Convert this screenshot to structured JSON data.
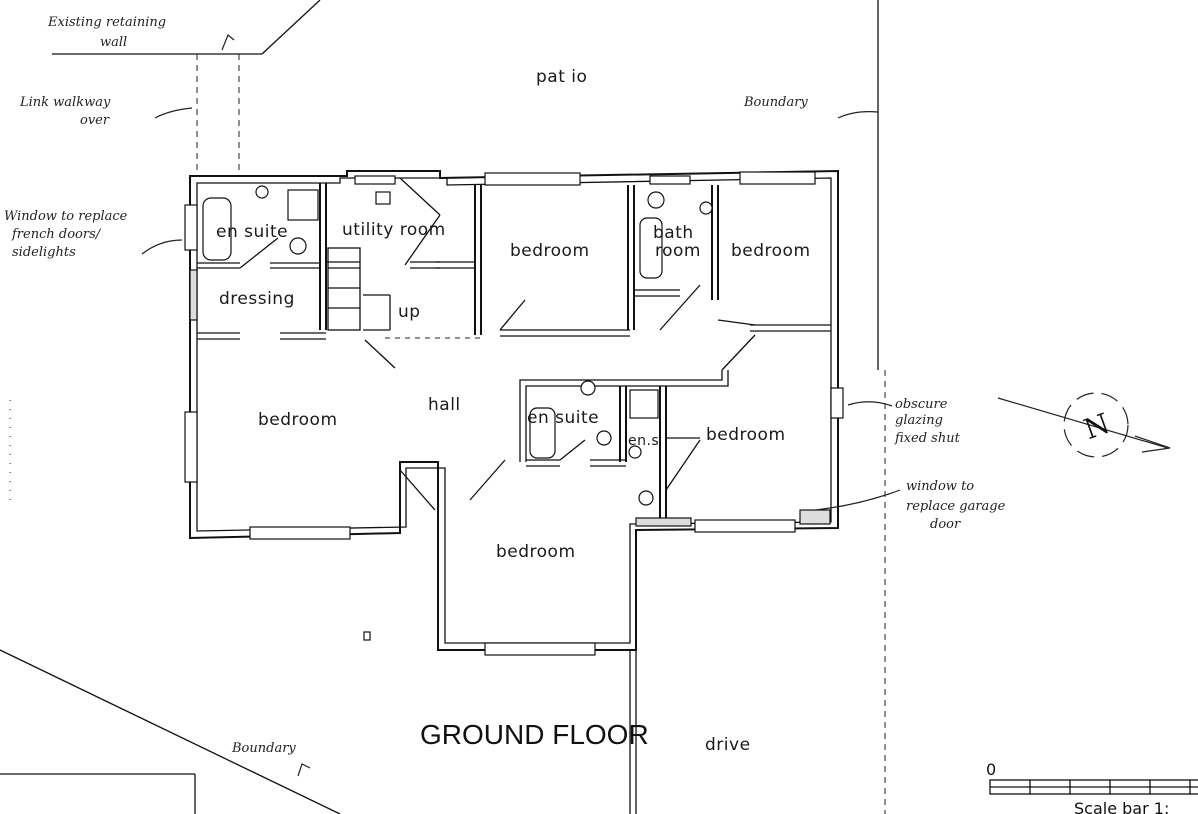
{
  "rooms": {
    "patio": "pat io",
    "en_suite_1": "en suite",
    "utility_room": "utility room",
    "bedroom_top_mid": "bedroom",
    "bathroom_line1": "bath",
    "bathroom_line2": "room",
    "bedroom_top_right": "bedroom",
    "dressing": "dressing",
    "up": "up",
    "hall": "hall",
    "bedroom_left": "bedroom",
    "en_suite_2": "en suite",
    "en_s": "en.s",
    "bedroom_right": "bedroom",
    "bedroom_bottom": "bedroom",
    "drive": "drive"
  },
  "title": "GROUND FLOOR",
  "annotations": {
    "retaining_wall_line1": "Existing retaining",
    "retaining_wall_line2": "wall",
    "link_walkway_line1": "Link walkway",
    "link_walkway_line2": "over",
    "boundary_top": "Boundary",
    "window_replace_line1": "Window to replace",
    "window_replace_line2": "french doors/",
    "window_replace_line3": "sidelights",
    "obscure_line1": "obscure",
    "obscure_line2": "glazing",
    "obscure_line3": "fixed shut",
    "garage_line1": "window to",
    "garage_line2": "replace garage",
    "garage_line3": "door",
    "boundary_bottom": "Boundary"
  },
  "north_symbol": "N",
  "scale": {
    "zero": "0",
    "label": "Scale bar 1:"
  },
  "colors": {
    "ink": "#111111",
    "paper": "#ffffff"
  }
}
